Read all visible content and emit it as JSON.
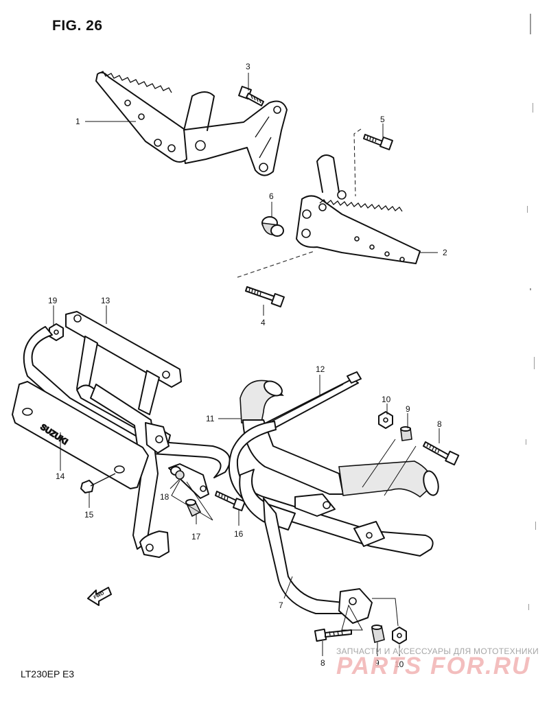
{
  "figure": {
    "title": "FIG. 26",
    "model_code": "LT230EP  E3"
  },
  "shield_text": "SUZUKI",
  "fwd_arrow": {
    "label": "FWD",
    "icon": "forward-arrow-icon"
  },
  "callouts": {
    "c1": "1",
    "c2": "2",
    "c3": "3",
    "c4": "4",
    "c5": "5",
    "c6": "6",
    "c7": "7",
    "c8a": "8",
    "c8b": "8",
    "c9a": "9",
    "c9b": "9",
    "c10a": "10",
    "c10b": "10",
    "c11": "11",
    "c12": "12",
    "c13": "13",
    "c14": "14",
    "c15": "15",
    "c16": "16",
    "c17": "17",
    "c18": "18",
    "c19": "19"
  },
  "watermark": {
    "line1": "ЗАПЧАСТИ И АКСЕССУАРЫ ДЛЯ МОТОТЕХНИКИ",
    "line2": "PARTS FOR.RU"
  }
}
